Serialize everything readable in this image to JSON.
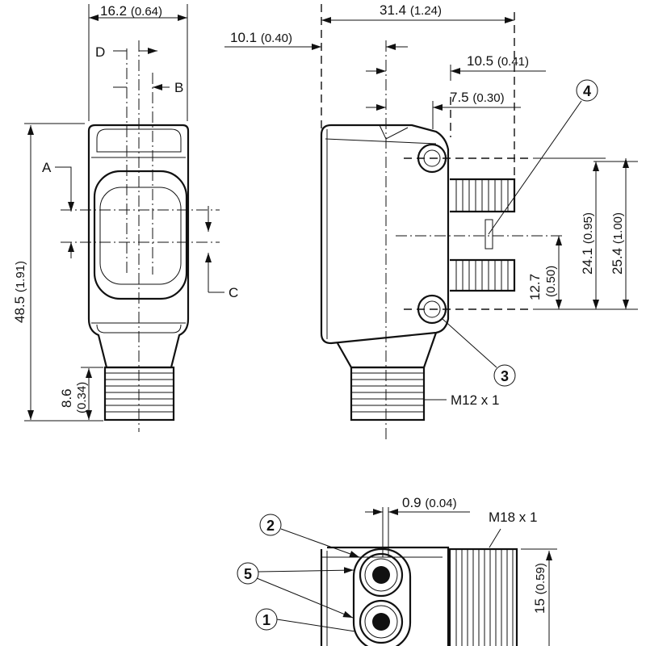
{
  "front_view": {
    "width": {
      "value": "16.2",
      "inch": "(0.64)"
    },
    "height": {
      "value": "48.5",
      "inch": "(1.91)"
    },
    "connector_length": {
      "value": "8.6",
      "inch": "(0.34)"
    },
    "labels": {
      "a": "A",
      "b": "B",
      "c": "C",
      "d": "D"
    }
  },
  "side_view": {
    "depth": {
      "value": "31.4",
      "inch": "(1.24)"
    },
    "axis_offset": {
      "value": "10.1",
      "inch": "(0.40)"
    },
    "dim_10_5": {
      "value": "10.5",
      "inch": "(0.41)"
    },
    "dim_7_5": {
      "value": "7.5",
      "inch": "(0.30)"
    },
    "dim_12_7": {
      "value": "12.7",
      "inch": "(0.50)"
    },
    "dim_24_1": {
      "value": "24.1",
      "inch": "(0.95)"
    },
    "dim_25_4": {
      "value": "25.4",
      "inch": "(1.00)"
    },
    "connector_thread": "M12 x 1",
    "callouts": {
      "four": "4",
      "three": "3"
    }
  },
  "bottom_view": {
    "gap": {
      "value": "0.9",
      "inch": "(0.04)"
    },
    "thread": "M18 x 1",
    "thread_diameter": {
      "value": "15",
      "inch": "(0.59)"
    },
    "callouts": {
      "two": "2",
      "five": "5",
      "one": "1"
    }
  }
}
